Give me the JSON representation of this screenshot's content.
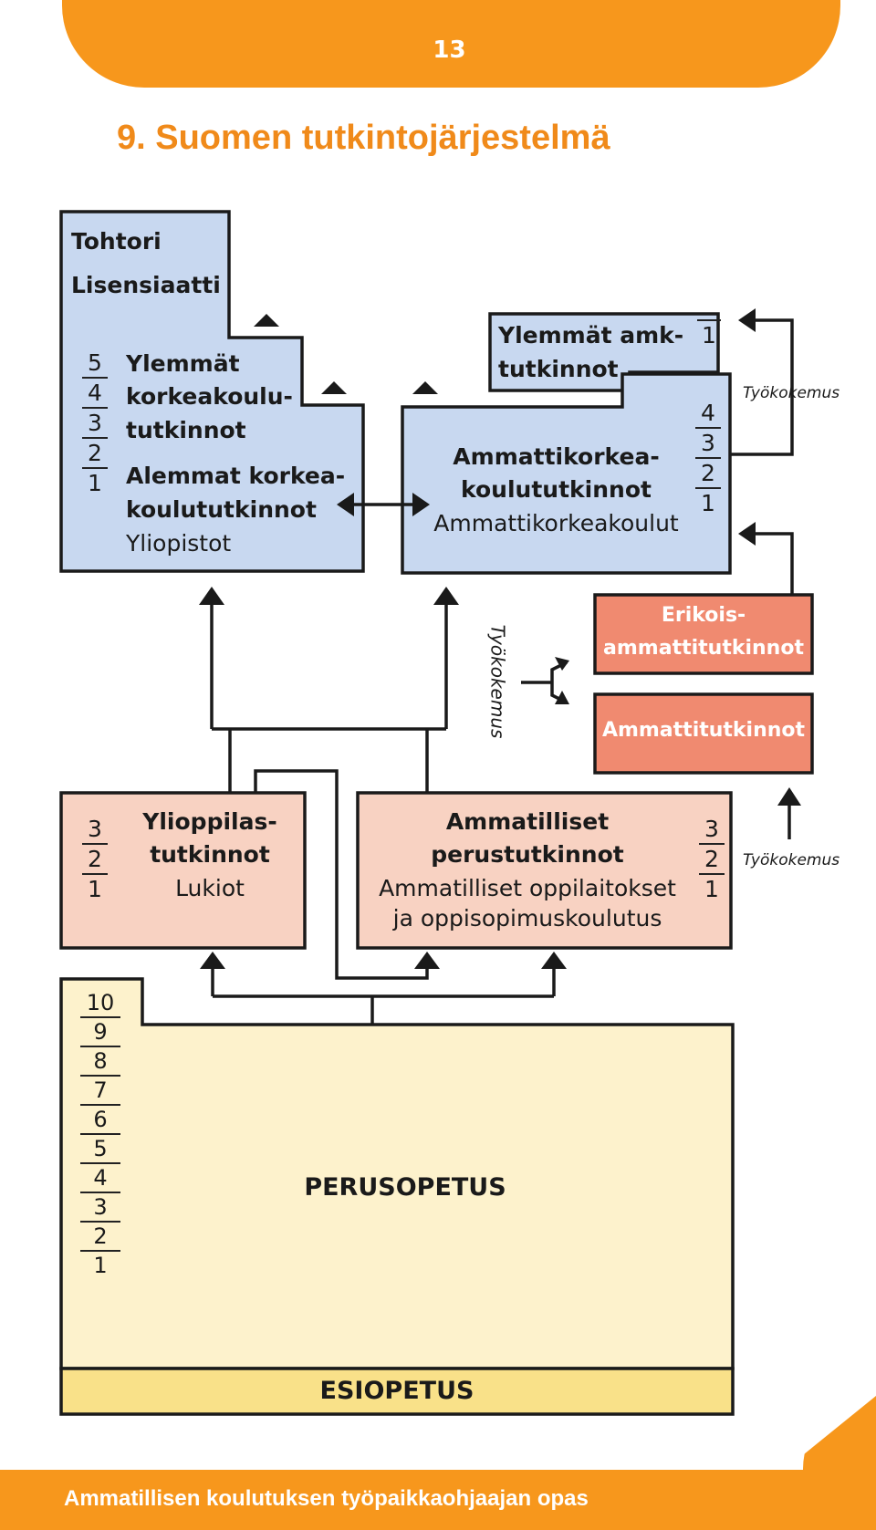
{
  "header": {
    "page_number": "13"
  },
  "title": "9. Suomen tutkintojärjestelmä",
  "colors": {
    "orange": "#F7971C",
    "title_orange": "#F08A1A",
    "university_blue": "#C8D8F0",
    "vocational_red": "#F08A70",
    "secondary_pink": "#F8D2C2",
    "basic_cream": "#FDF2CC",
    "preschool_yellow": "#F9E189",
    "ink": "#1A1A1A"
  },
  "boxes": {
    "university": {
      "line1": "Tohtori",
      "line2": "Lisensiaatti",
      "upper1": "Ylemmät",
      "upper2": "korkeakoulu-",
      "upper3": "tutkinnot",
      "lower1": "Alemmat korkea-",
      "lower2": "koulututkinnot",
      "institution": "Yliopistot",
      "years": [
        "5",
        "4",
        "3",
        "2",
        "1"
      ]
    },
    "amk_upper": {
      "line1": "Ylemmät amk-",
      "line2": "tutkinnot",
      "years": [
        "1"
      ]
    },
    "amk": {
      "line1": "Ammattikorkea-",
      "line2": "koulututkinnot",
      "institution": "Ammattikorkeakoulut",
      "years": [
        "4",
        "3",
        "2",
        "1"
      ]
    },
    "specialist": {
      "line1": "Erikois-",
      "line2": "ammattitutkinnot"
    },
    "further": {
      "label": "Ammattitutkinnot"
    },
    "upper_secondary": {
      "line1": "Ylioppilas-",
      "line2": "tutkinnot",
      "institution": "Lukiot",
      "years": [
        "3",
        "2",
        "1"
      ]
    },
    "vocational": {
      "line1": "Ammatilliset",
      "line2": "perustutkinnot",
      "institution1": "Ammatilliset oppilaitokset",
      "institution2": "ja oppisopimuskoulutus",
      "years": [
        "3",
        "2",
        "1"
      ]
    },
    "basic": {
      "label": "PERUSOPETUS",
      "years": [
        "10",
        "9",
        "8",
        "7",
        "6",
        "5",
        "4",
        "3",
        "2",
        "1"
      ]
    },
    "preschool": {
      "label": "ESIOPETUS"
    }
  },
  "labels": {
    "work_experience": "Työkokemus"
  },
  "footer": {
    "text": "Ammatillisen koulutuksen työpaikkaohjaajan opas"
  }
}
